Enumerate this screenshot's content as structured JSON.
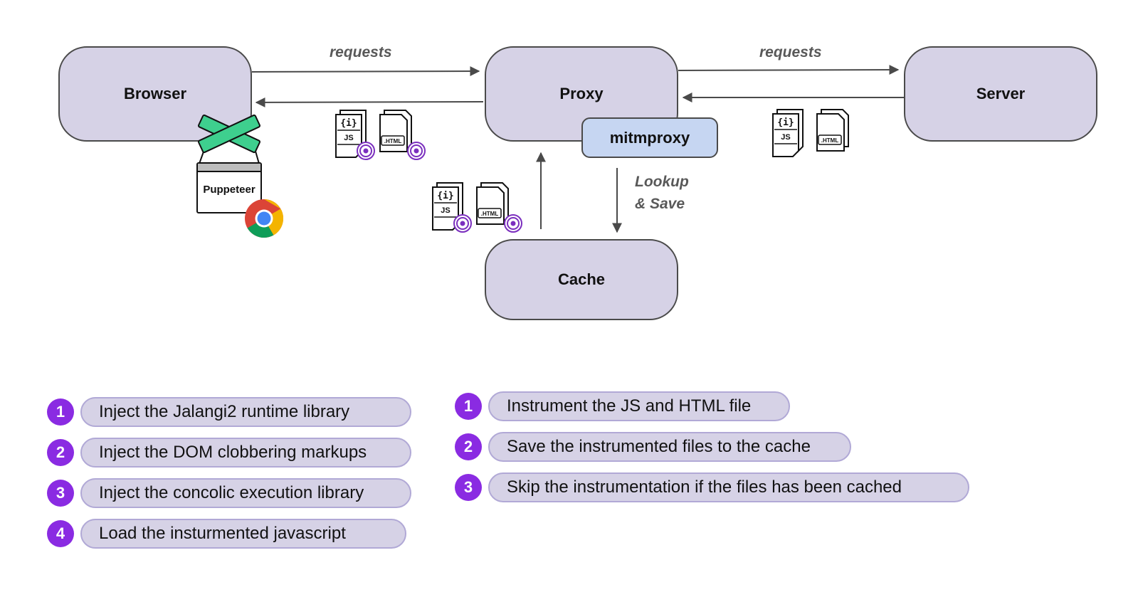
{
  "nodes": {
    "browser": "Browser",
    "proxy": "Proxy",
    "server": "Server",
    "cache": "Cache",
    "mitmproxy": "mitmproxy"
  },
  "edge_labels": {
    "requests_browser_proxy": "requests",
    "requests_proxy_server": "requests",
    "lookup_line1": "Lookup",
    "lookup_line2": "& Save"
  },
  "puppeteer": {
    "label": "Puppeteer"
  },
  "file_icons": {
    "js": "JS",
    "html": ".HTML",
    "js_glyph": "{i}",
    "html_glyph": "</>"
  },
  "browser_steps": [
    {
      "num": "1",
      "text": "Inject the Jalangi2 runtime library"
    },
    {
      "num": "2",
      "text": "Inject the DOM clobbering markups"
    },
    {
      "num": "3",
      "text": "Inject the concolic execution library"
    },
    {
      "num": "4",
      "text": "Load the insturmented javascript"
    }
  ],
  "proxy_steps": [
    {
      "num": "1",
      "text": "Instrument the JS and HTML file"
    },
    {
      "num": "2",
      "text": "Save the instrumented files to the cache"
    },
    {
      "num": "3",
      "text": "Skip the instrumentation if the files has been cached"
    }
  ],
  "colors": {
    "node_fill": "#d6d2e6",
    "mitm_fill": "#c6d6f2",
    "badge": "#8a2be2",
    "badge_icon": "#7b2fbe",
    "pill_border": "#b1a9d6",
    "puppeteer_green": "#3ecf8e"
  }
}
